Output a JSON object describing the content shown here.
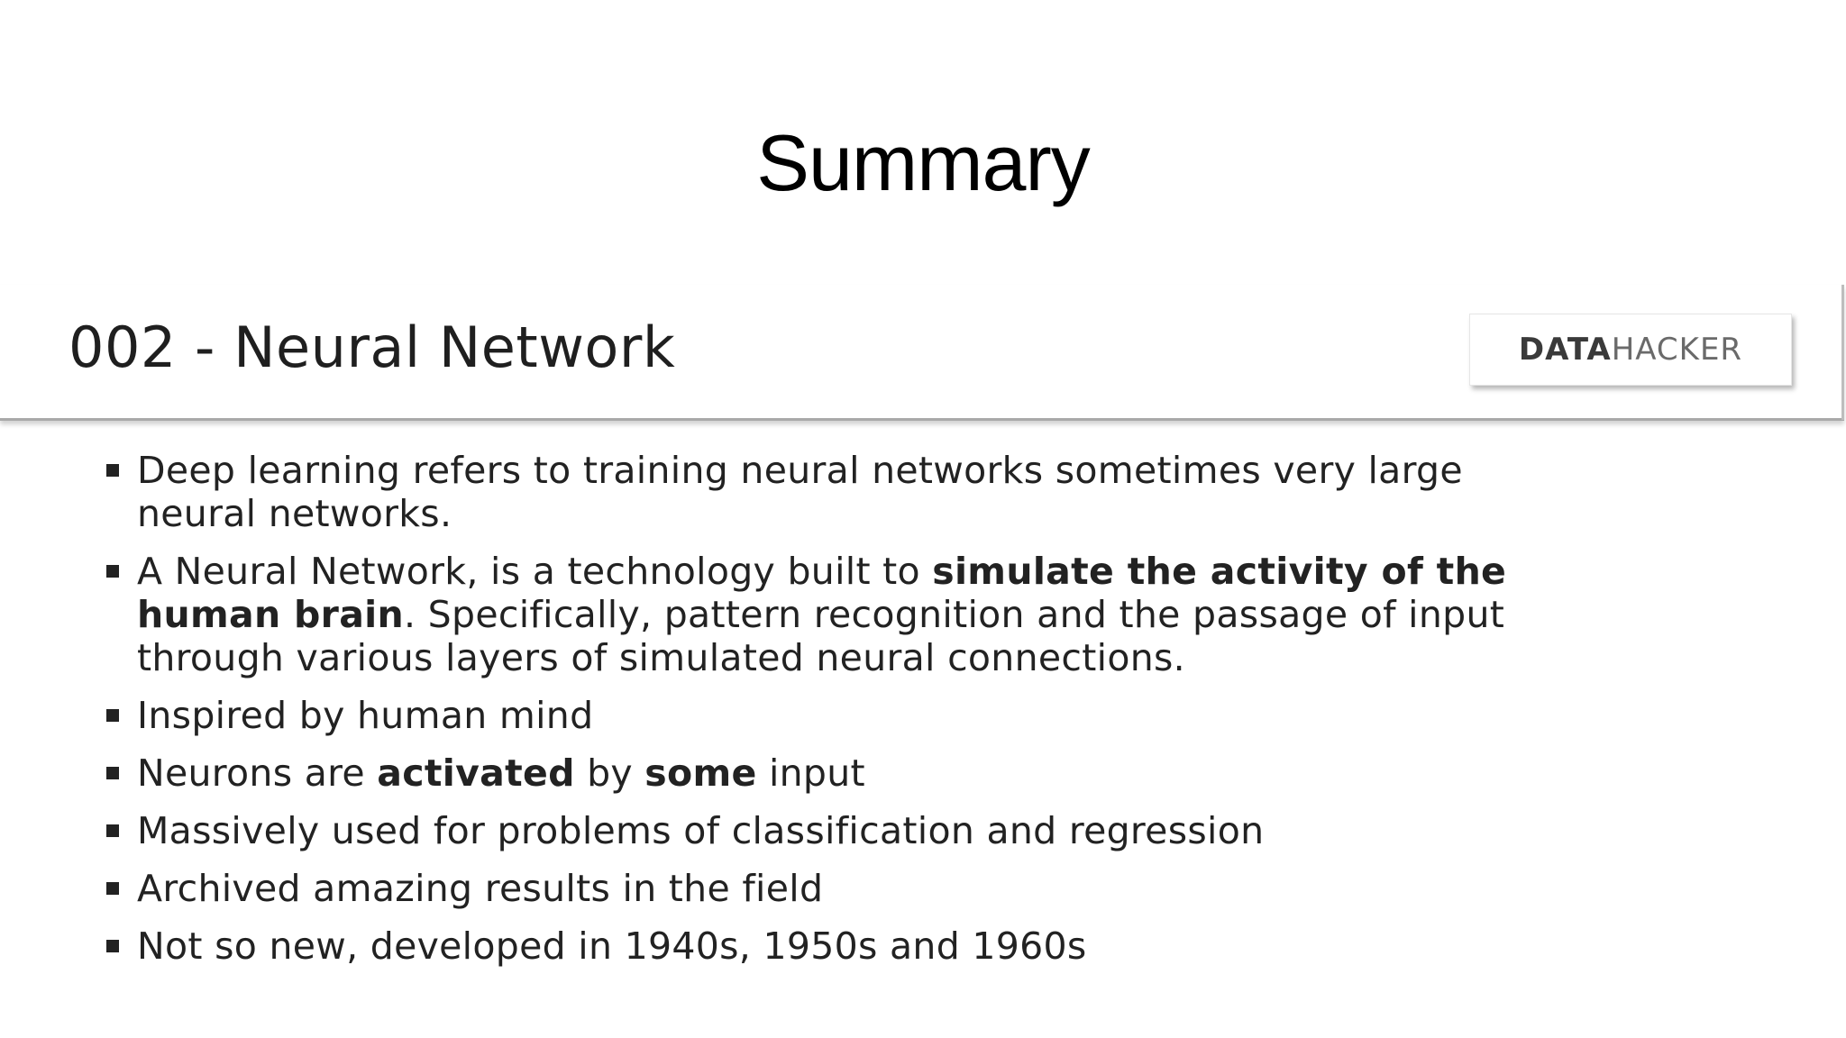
{
  "slide_title": "Summary",
  "embedded_slide": {
    "header_title": "002 - Neural Network",
    "logo": {
      "strong": "DATA",
      "light": "HACKER"
    },
    "bullets": [
      {
        "parts": [
          "Deep learning refers to training neural networks sometimes very large",
          "neural networks."
        ]
      },
      {
        "pre": "A Neural Network, is a technology built to ",
        "bold_1": "simulate the activity of the",
        "bold_2": "human brain",
        "post_1": ". Specifically, pattern recognition and the passage of input",
        "post_2": "through various layers of simulated neural connections."
      },
      {
        "text": "Inspired by human mind"
      },
      {
        "pre": "Neurons are ",
        "bold_1": "activated",
        "mid": " by ",
        "bold_2": "some",
        "post": " input"
      },
      {
        "text": "Massively used for problems of classification and regression"
      },
      {
        "text": "Archived amazing results in the field"
      },
      {
        "text": "Not so new, developed in 1940s, 1950s and 1960s"
      }
    ]
  }
}
